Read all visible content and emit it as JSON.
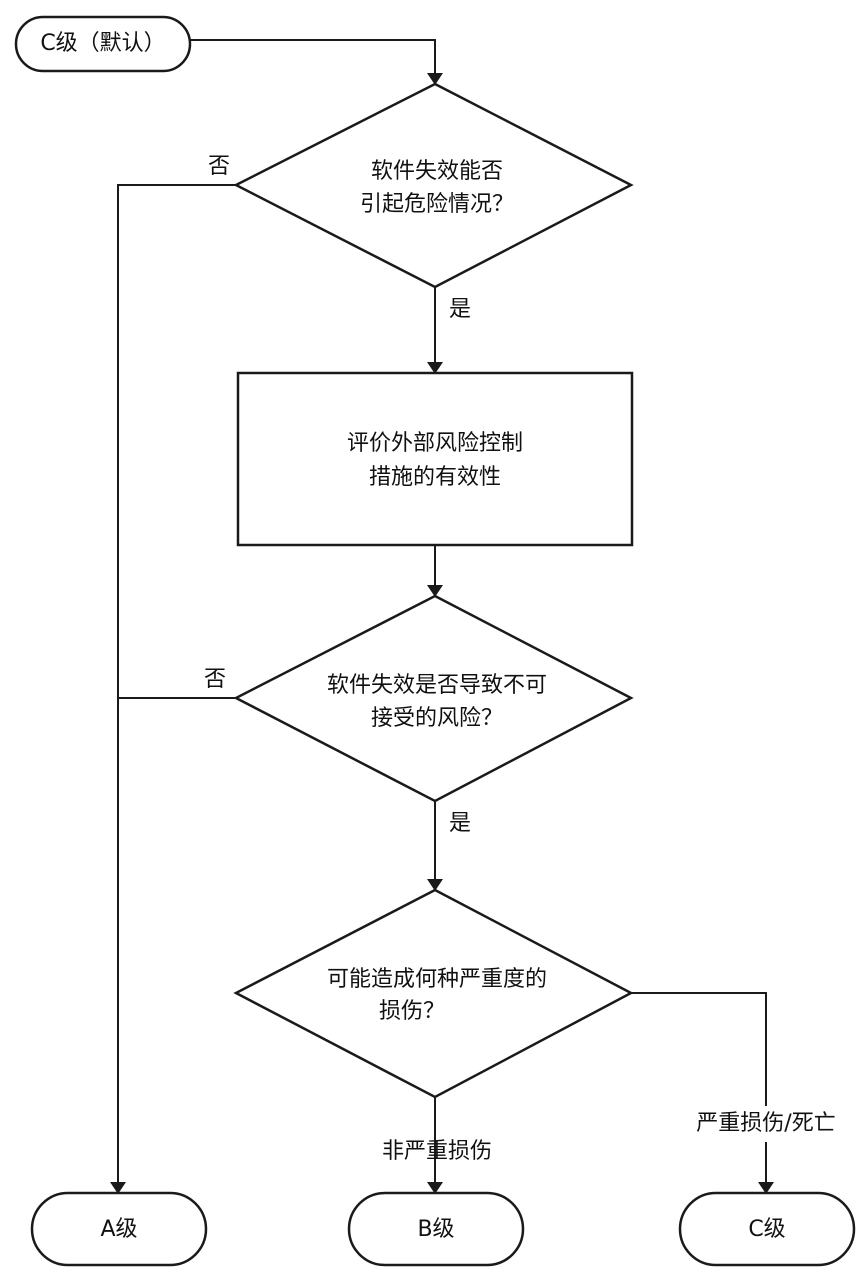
{
  "diagram": {
    "start": {
      "label": "C级（默认）"
    },
    "decision1": {
      "line1": "软件失效能否",
      "line2": "引起危险情况？",
      "no_label": "否",
      "yes_label": "是"
    },
    "process1": {
      "line1": "评价外部风险控制",
      "line2": "措施的有效性"
    },
    "decision2": {
      "line1": "软件失效是否导致不可",
      "line2": "接受的风险？",
      "no_label": "否",
      "yes_label": "是"
    },
    "decision3": {
      "line1": "可能造成何种严重度的",
      "line2": "损伤？",
      "left_label": "非严重损伤",
      "right_label": "严重损伤/死亡"
    },
    "end_a": {
      "label": "A级"
    },
    "end_b": {
      "label": "B级"
    },
    "end_c": {
      "label": "C级"
    }
  }
}
